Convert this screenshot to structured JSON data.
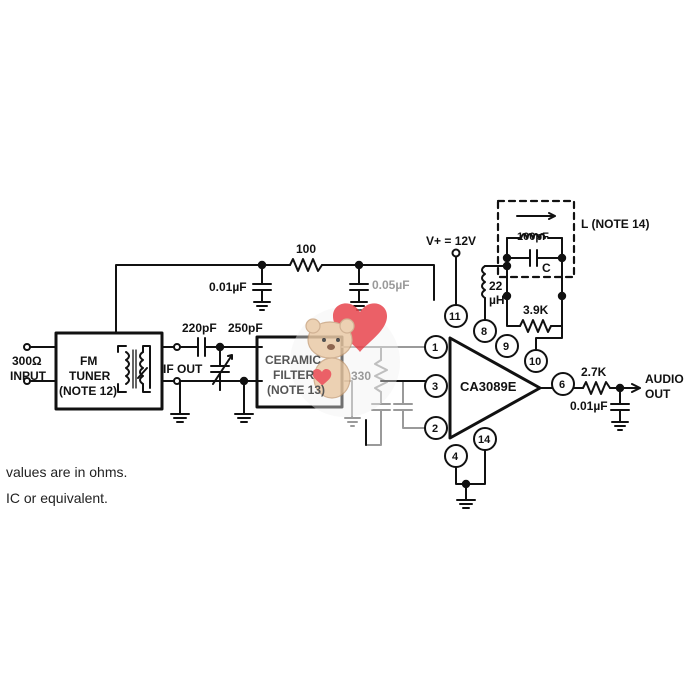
{
  "colors": {
    "wire": "#111111",
    "ghost": "#9a9a9a",
    "heart": "#e8454d",
    "bear": "#e9c9a6"
  },
  "labels": {
    "input": [
      "300Ω",
      "INPUT"
    ],
    "tuner": [
      "FM",
      "TUNER",
      "(NOTE 12)"
    ],
    "if_out": "IF OUT",
    "c220": "220pF",
    "c250": "250pF",
    "filter": [
      "CERAMIC",
      "FILTER",
      "(NOTE 13)"
    ],
    "r330": "330",
    "r100": "100",
    "c001a": "0.01µF",
    "c005": "0.05µF",
    "vplus": "V+ = 12V",
    "chip": "CA3089E",
    "pins": [
      "1",
      "2",
      "3",
      "4",
      "6",
      "8",
      "9",
      "10",
      "11",
      "14"
    ],
    "l22": [
      "22",
      "µH"
    ],
    "c100": "100pF",
    "cC": "C",
    "l_note": "L (NOTE 14)",
    "r39": "3.9K",
    "r27": "2.7K",
    "c001b": "0.01µF",
    "audio": [
      "AUDIO",
      "OUT"
    ]
  },
  "notes": [
    "values are in ohms.",
    "IC or equivalent."
  ],
  "icons": [
    "watermark-bear-heart-icon"
  ]
}
